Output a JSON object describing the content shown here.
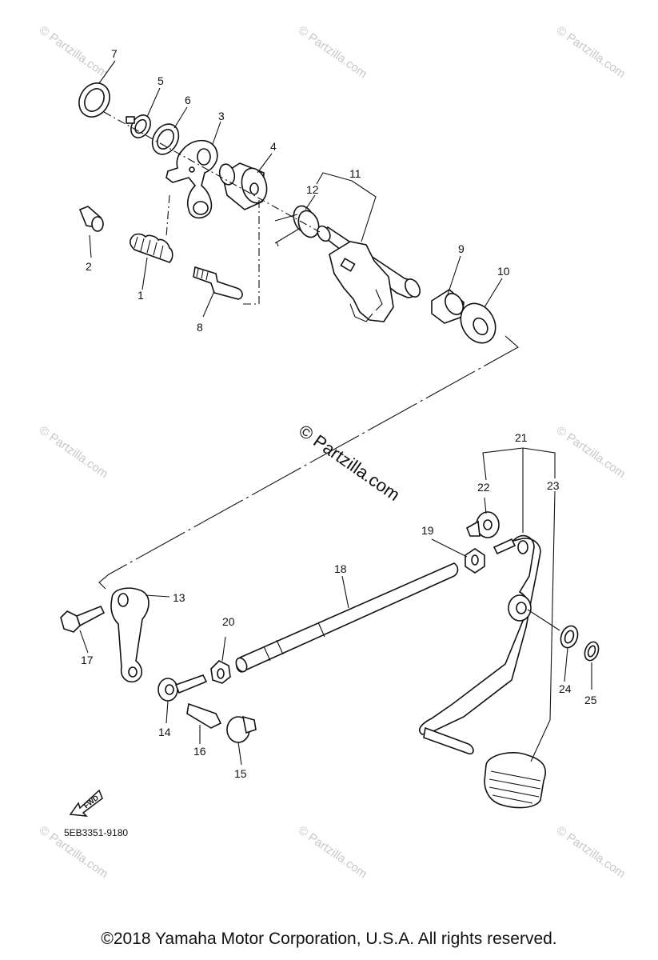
{
  "callouts": {
    "p1": "1",
    "p2": "2",
    "p3": "3",
    "p4": "4",
    "p5": "5",
    "p6": "6",
    "p7": "7",
    "p8": "8",
    "p9": "9",
    "p10": "10",
    "p11": "11",
    "p12": "12",
    "p13": "13",
    "p14": "14",
    "p15": "15",
    "p16": "16",
    "p17": "17",
    "p18": "18",
    "p19": "19",
    "p20": "20",
    "p21": "21",
    "p22": "22",
    "p23": "23",
    "p24": "24",
    "p25": "25"
  },
  "watermark": {
    "repeat_text": "© Partzilla.com",
    "center_text": "© Partzilla.com"
  },
  "fwd_label": "FWD",
  "drawing_code": "5EB3351-9180",
  "copyright": "©2018 Yamaha Motor Corporation, U.S.A. All rights reserved.",
  "colors": {
    "ink": "#111111",
    "watermark": "#c8c8c8",
    "background": "#ffffff"
  }
}
